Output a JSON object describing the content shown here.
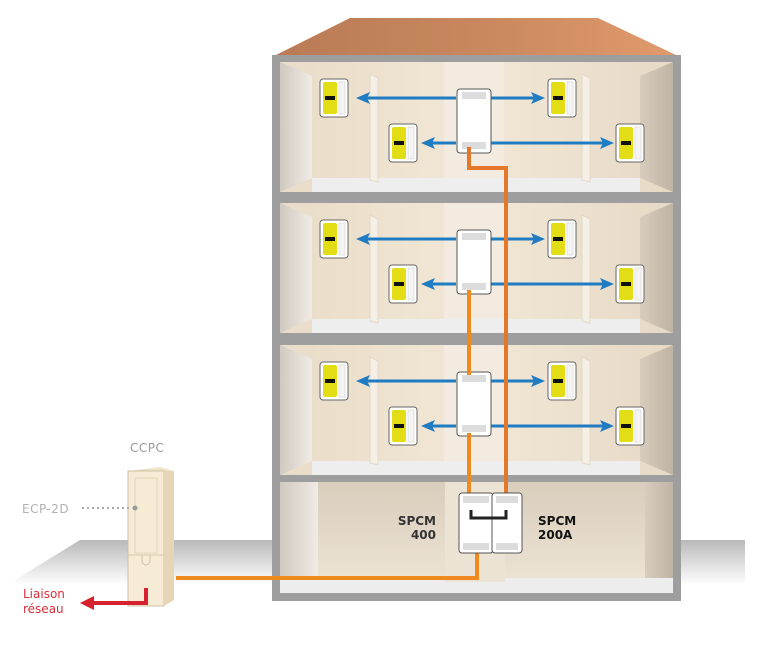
{
  "diagram": {
    "title": "Distribution électrique d'immeuble collectif",
    "colors": {
      "roof": "#c9855a",
      "building_frame": "#9c9c9c",
      "floor_wall": "#efe4d5",
      "riser_line": "#e98428",
      "branch_arrow": "#1f7cc2",
      "meter_yellow": "#e3dd15",
      "liaison_red": "#d6212e",
      "ccpc_cabinet": "#f5ebd5"
    },
    "labels": {
      "ccpc": "CCPC",
      "ecp": "ECP-2D",
      "liaison_line1": "Liaison",
      "liaison_line2": "réseau",
      "spcm400_line1": "SPCM",
      "spcm400_line2": "400",
      "spcm200_line1": "SPCM",
      "spcm200_line2": "200A"
    },
    "floors": [
      {
        "name": "floor-3",
        "distribution_box": "colonne",
        "meters": [
          "top-left",
          "bottom-left",
          "top-right",
          "bottom-right"
        ]
      },
      {
        "name": "floor-2",
        "distribution_box": "colonne",
        "meters": [
          "top-left",
          "bottom-left",
          "top-right",
          "bottom-right"
        ]
      },
      {
        "name": "floor-1",
        "distribution_box": "colonne",
        "meters": [
          "top-left",
          "bottom-left",
          "top-right",
          "bottom-right"
        ]
      }
    ],
    "ground_floor": {
      "name": "ground-floor",
      "equipment": [
        "SPCM 400",
        "SPCM 200A"
      ]
    }
  }
}
